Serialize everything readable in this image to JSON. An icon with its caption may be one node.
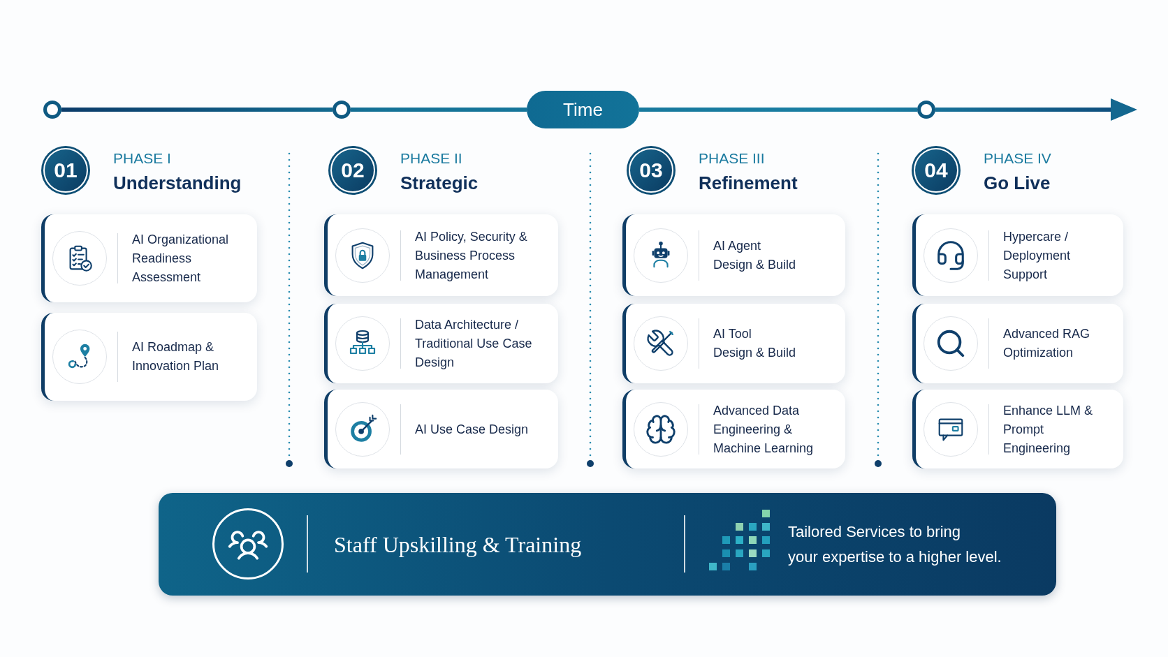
{
  "diagram": {
    "nodes": [
      {
        "text": [],
        "shape": "circle"
      },
      {
        "text": [],
        "shape": "circle"
      },
      {
        "text": [
          "Time"
        ]
      },
      {
        "text": [],
        "shape": "circle"
      },
      {
        "text": [
          "01"
        ],
        "beside": [
          "PHASE I",
          "Understanding"
        ]
      },
      {
        "text": [
          "AI Organizational Readiness Assessment"
        ]
      },
      {
        "text": [
          "AI Roadmap & Innovation Plan"
        ]
      },
      {
        "text": [
          "02"
        ],
        "beside": [
          "PHASE II",
          "Strategic"
        ]
      },
      {
        "text": [
          "AI Policy, Security & Business Process Management"
        ]
      },
      {
        "text": [
          "Data Architecture / Traditional Use Case Design"
        ]
      },
      {
        "text": [
          "AI Use Case Design"
        ]
      },
      {
        "text": [
          "03"
        ],
        "beside": [
          "PHASE III",
          "Refinement"
        ]
      },
      {
        "text": [
          "AI Agent Design & Build"
        ]
      },
      {
        "text": [
          "AI Tool Design & Build"
        ]
      },
      {
        "text": [
          "Advanced Data Engineering & Machine Learning"
        ]
      },
      {
        "text": [
          "04"
        ],
        "beside": [
          "PHASE IV",
          "Go Live"
        ]
      },
      {
        "text": [
          "Hypercare / Deployment Support"
        ]
      },
      {
        "text": [
          "Advanced RAG Optimization"
        ]
      },
      {
        "text": [
          "Enhance LLM & Prompt Engineering"
        ]
      },
      {
        "text": [
          "Staff Upskilling & Training",
          "Tailored Services to bring your expertise to a higher level."
        ]
      }
    ],
    "edges": [
      {
        "from": 0,
        "to": 1,
        "arrow": "none"
      },
      {
        "from": 1,
        "to": 2,
        "arrow": "none"
      },
      {
        "from": 2,
        "to": 3,
        "arrow": "none"
      },
      {
        "from": 3,
        "to": null,
        "arrow": "to"
      }
    ]
  }
}
